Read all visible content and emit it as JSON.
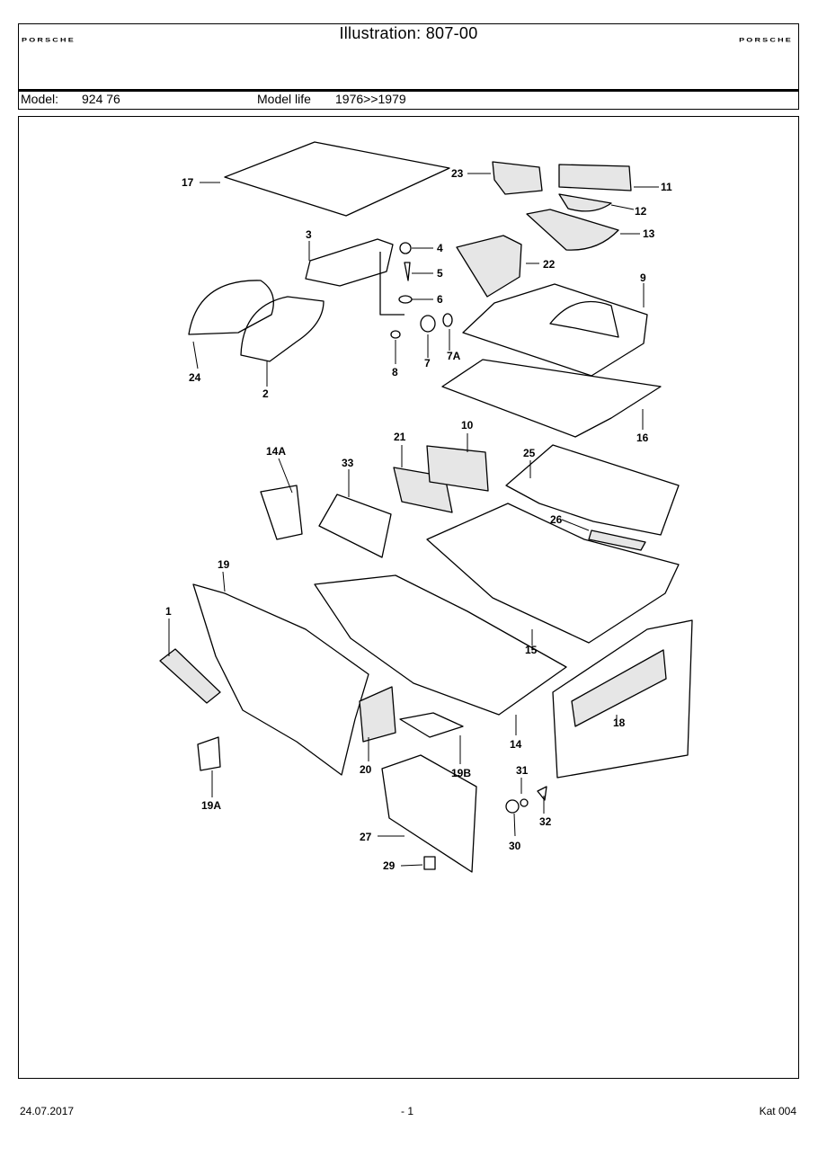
{
  "header": {
    "brand_left": "PORSCHE",
    "brand_right": "PORSCHE",
    "title": "Illustration: 807-00"
  },
  "model": {
    "model_label": "Model:",
    "model_value": "924 76",
    "life_label": "Model life",
    "life_value": "1976>>1979"
  },
  "callouts": [
    "17",
    "23",
    "11",
    "12",
    "13",
    "3",
    "4",
    "5",
    "6",
    "22",
    "9",
    "24",
    "2",
    "8",
    "7",
    "7A",
    "16",
    "14A",
    "33",
    "21",
    "10",
    "25",
    "26",
    "19",
    "1",
    "15",
    "18",
    "14",
    "20",
    "19B",
    "19A",
    "31",
    "32",
    "30",
    "27",
    "29"
  ],
  "footer": {
    "date": "24.07.2017",
    "page": "- 1",
    "catalog": "Kat 004"
  }
}
